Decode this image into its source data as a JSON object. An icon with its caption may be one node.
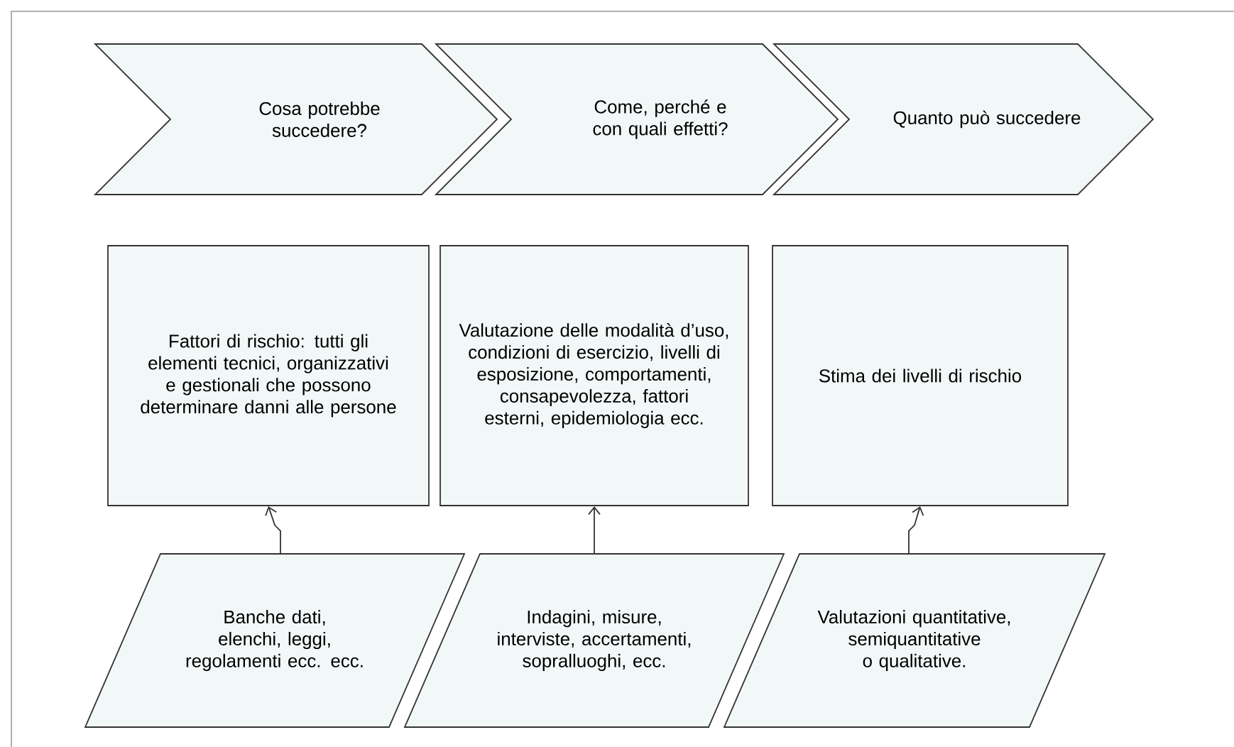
{
  "diagram": {
    "nodes": [
      {
        "text": [
          "Cosa potrebbe succedere?"
        ]
      },
      {
        "text": [
          "Come, perché e con quali effetti?"
        ]
      },
      {
        "text": [
          "Quanto può succedere"
        ]
      },
      {
        "text": [
          "Fattori di rischio: tutti gli elementi tecnici, organizzativi e gestionali che possono determinare danni alle persone"
        ]
      },
      {
        "text": [
          "Valutazione delle modalità d’uso, condizioni di esercizio, livelli di esposizione, comportamenti, consapevolezza, fattori esterni, epidemiologia ecc."
        ]
      },
      {
        "text": [
          "Stima dei livelli di rischio"
        ]
      },
      {
        "text": [
          "Banche dati, elenchi, leggi, regolamenti ecc. ecc."
        ]
      },
      {
        "text": [
          "Indagini, misure, interviste, accertamenti, sopralluoghi, ecc."
        ]
      },
      {
        "text": [
          "Valutazioni quantitative, semiquantitative o qualitative."
        ]
      }
    ],
    "edges": [
      {
        "from": 6,
        "to": 3,
        "arrow": "to"
      },
      {
        "from": 7,
        "to": 4,
        "arrow": "to"
      },
      {
        "from": 8,
        "to": 5,
        "arrow": "to"
      }
    ]
  }
}
